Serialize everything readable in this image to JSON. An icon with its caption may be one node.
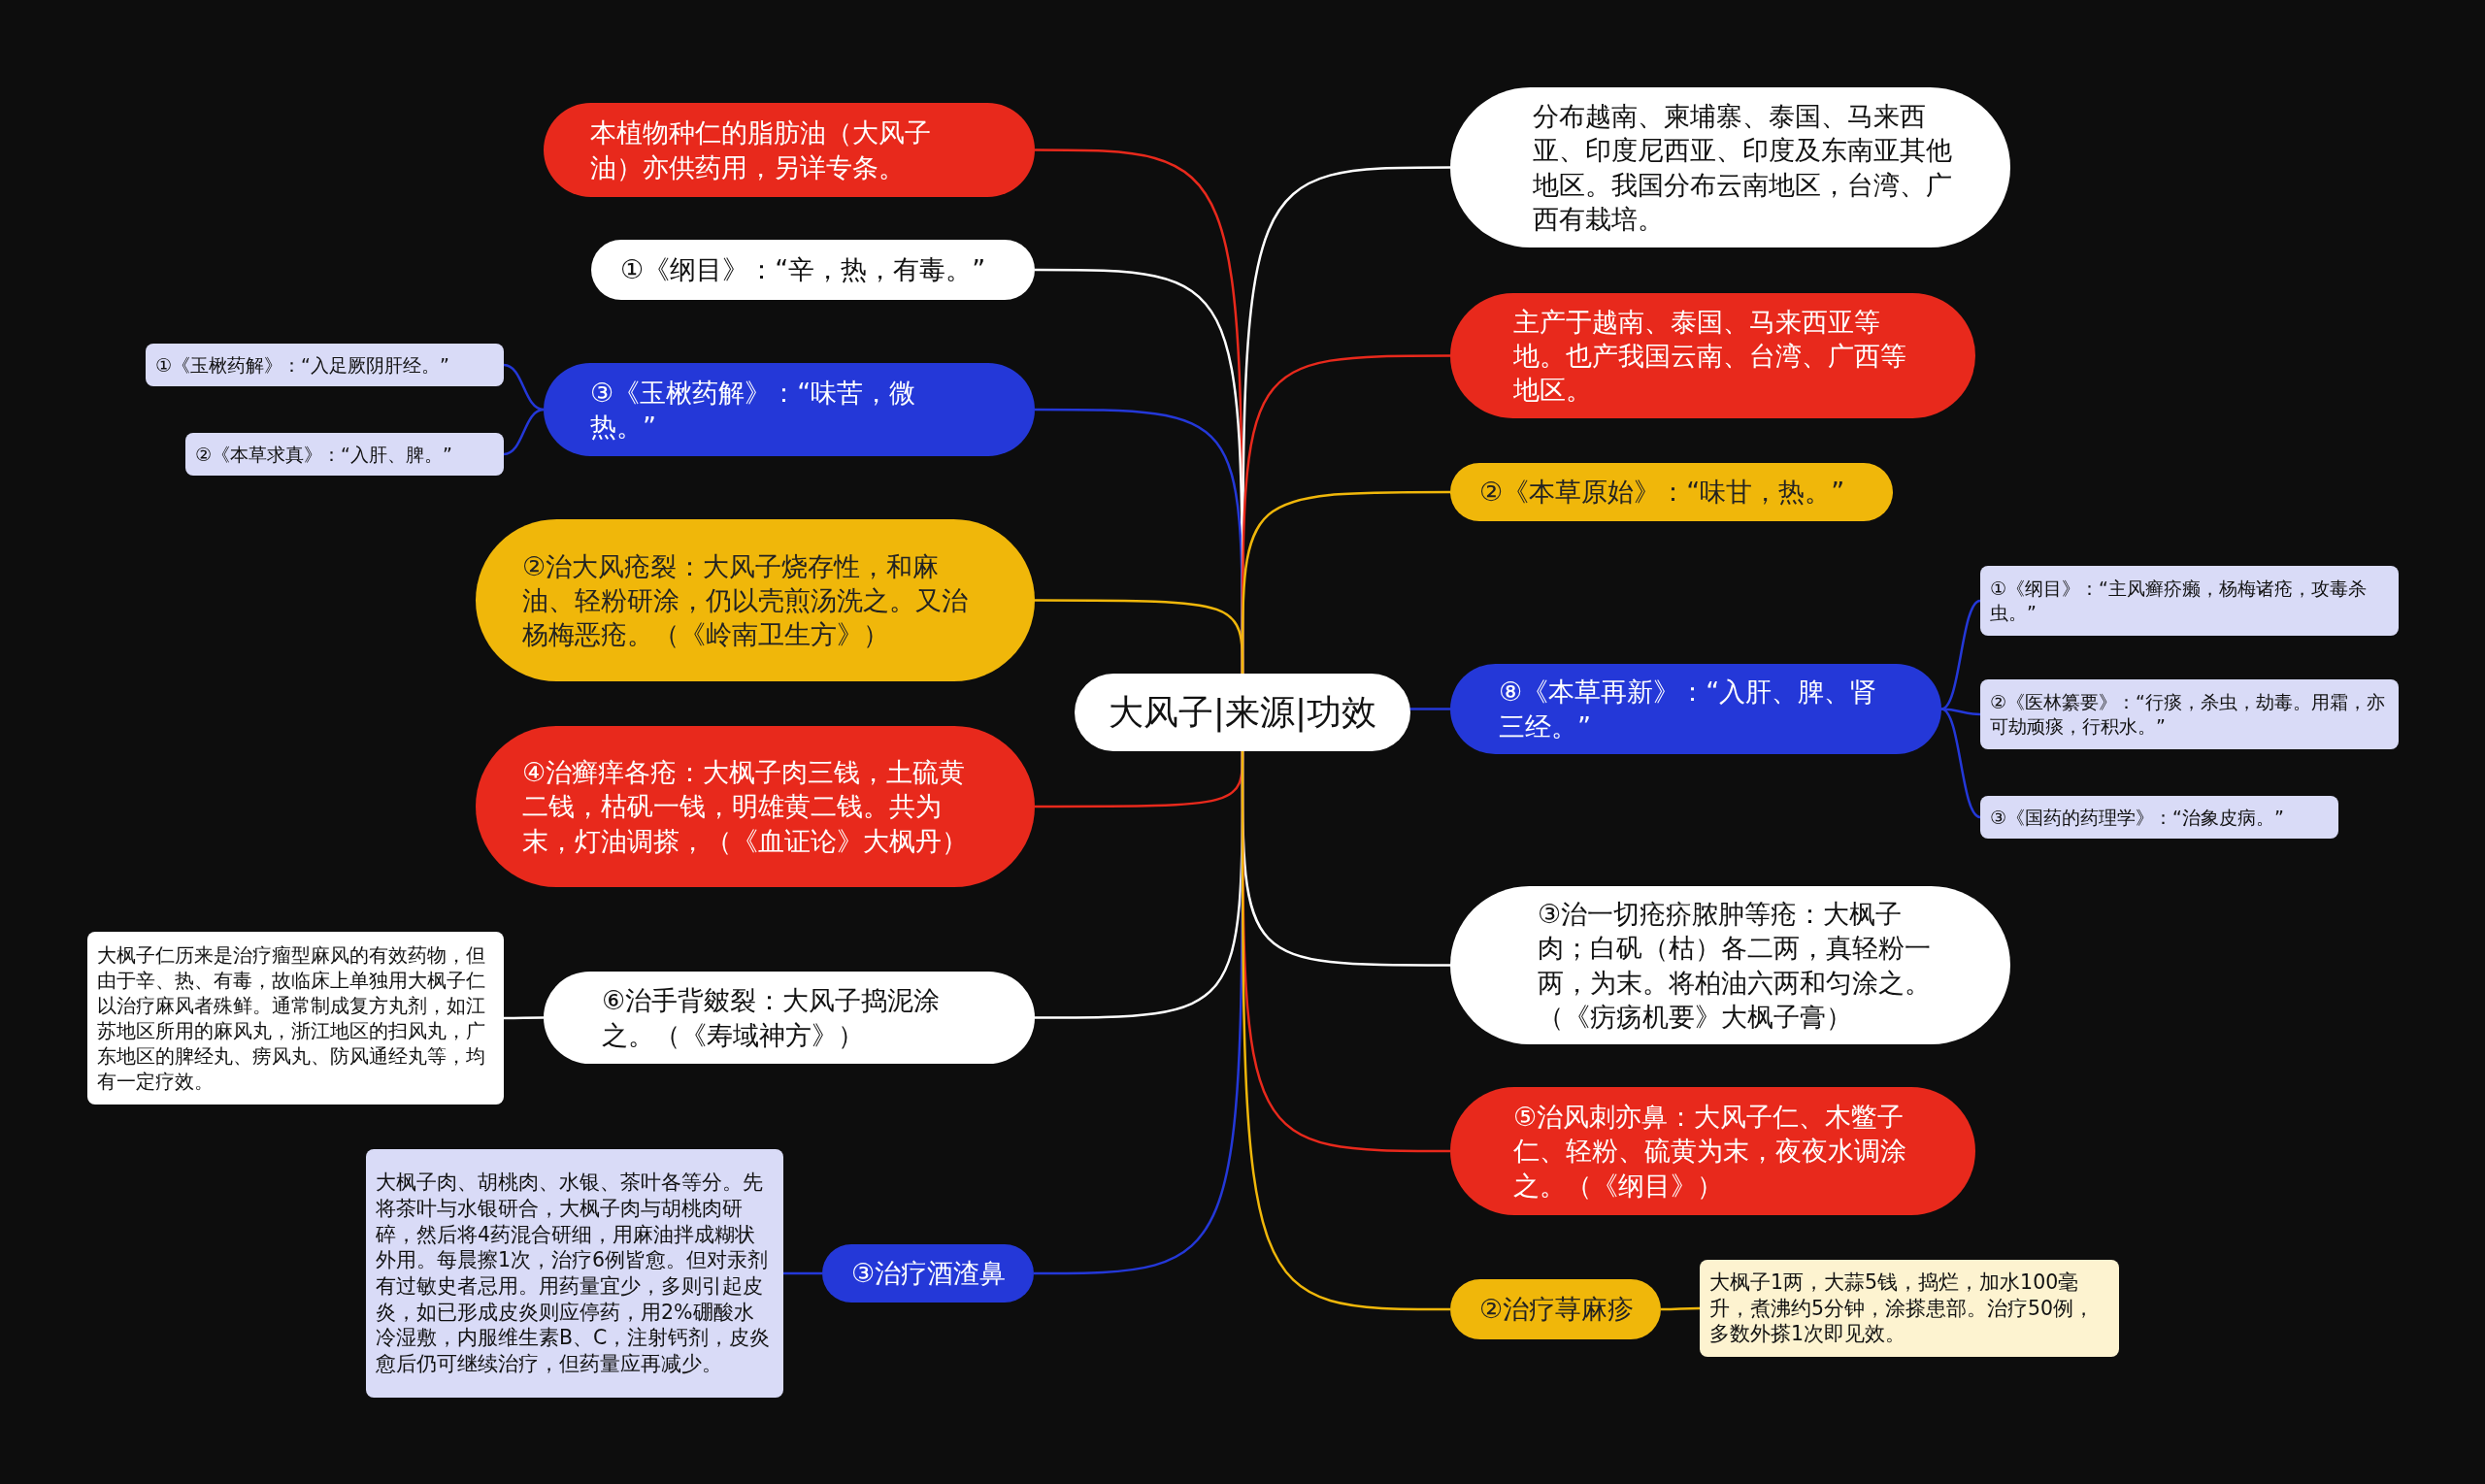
{
  "diagram": {
    "nodes": [
      {
        "text": [
          "大风子|来源|功效"
        ]
      },
      {
        "text": [
          "本植物种仁的脂肪油（大风子油）亦供药用，另详专条。"
        ]
      },
      {
        "text": [
          "①《纲目》：“辛，热，有毒。”"
        ]
      },
      {
        "text": [
          "③《玉楸药解》：“味苦，微热。”"
        ]
      },
      {
        "text": [
          "①《玉楸药解》：“入足厥阴肝经。”"
        ]
      },
      {
        "text": [
          "②《本草求真》：“入肝、脾。”"
        ]
      },
      {
        "text": [
          "②治大风疮裂：大风子烧存性，和麻油、轻粉研涂，仍以壳煎汤洗之。又治杨梅恶疮。（《岭南卫生方》）"
        ]
      },
      {
        "text": [
          "④治癣痒各疮：大枫子肉三钱，土硫黄二钱，枯矾一钱，明雄黄二钱。共为末，灯油调搽，（《血证论》大枫丹）"
        ]
      },
      {
        "text": [
          "⑥治手背皴裂：大风子捣泥涂之。（《寿域神方》）"
        ]
      },
      {
        "text": [
          "大枫子仁历来是治疗瘤型麻风的有效药物，但由于辛、热、有毒，故临床上单独用大枫子仁以治疗麻风者殊鲜。通常制成复方丸剂，如江苏地区所用的麻风丸，浙江地区的扫风丸，广东地区的脾经丸、痨风丸、防风通经丸等，均有一定疗效。"
        ]
      },
      {
        "text": [
          "③治疗酒渣鼻"
        ]
      },
      {
        "text": [
          "大枫子肉、胡桃肉、水银、茶叶各等分。先将茶叶与水银研合，大枫子肉与胡桃肉研碎，然后将4药混合研细，用麻油拌成糊状外用。每晨擦1次，治疗6例皆愈。但对汞剂有过敏史者忌用。用药量宜少，多则引起皮炎，如已形成皮炎则应停药，用2%硼酸水冷湿敷，内服维生素B、C，注射钙剂，皮炎愈后仍可继续治疗，但药量应再减少。"
        ]
      },
      {
        "text": [
          "分布越南、柬埔寨、泰国、马来西亚、印度尼西亚、印度及东南亚其他地区。我国分布云南地区，台湾、广西有栽培。"
        ]
      },
      {
        "text": [
          "主产于越南、泰国、马来西亚等地。也产我国云南、台湾、广西等地区。"
        ]
      },
      {
        "text": [
          "②《本草原始》：“味甘，热。”"
        ]
      },
      {
        "text": [
          "⑧《本草再新》：“入肝、脾、肾三经。”"
        ]
      },
      {
        "text": [
          "①《纲目》：“主风癣疥癞，杨梅诸疮，攻毒杀虫。”"
        ]
      },
      {
        "text": [
          "②《医林纂要》：“行痰，杀虫，劫毒。用霜，亦可劫顽痰，行积水。”"
        ]
      },
      {
        "text": [
          "③《国药的药理学》：“治象皮病。”"
        ]
      },
      {
        "text": [
          "③治一切疮疥脓肿等疮：大枫子肉；白矾（枯）各二两，真轻粉一两，为末。将柏油六两和匀涂之。（《疠疡机要》大枫子膏）"
        ]
      },
      {
        "text": [
          "⑤治风刺亦鼻：大风子仁、木鳖子仁、轻粉、硫黄为末，夜夜水调涂之。（《纲目》）"
        ]
      },
      {
        "text": [
          "②治疗荨麻疹"
        ]
      },
      {
        "text": [
          "大枫子1两，大蒜5钱，捣烂，加水100毫升，煮沸约5分钟，涂搽患部。治疗50例，多数外搽1次即见效。"
        ]
      }
    ],
    "edges": [
      {
        "from": 0,
        "to": 1,
        "arrow": "none",
        "color": "#e8291c"
      },
      {
        "from": 0,
        "to": 2,
        "arrow": "none",
        "color": "#ffffff"
      },
      {
        "from": 0,
        "to": 3,
        "arrow": "none"
      },
      {
        "from": 3,
        "to": 4,
        "arrow": "none"
      },
      {
        "from": 3,
        "to": 5,
        "arrow": "none"
      },
      {
        "from": 0,
        "to": 6,
        "arrow": "none",
        "color": "#f0b70a"
      },
      {
        "from": 0,
        "to": 7,
        "arrow": "none",
        "color": "#e8291c"
      },
      {
        "from": 0,
        "to": 8,
        "arrow": "none",
        "color": "#ffffff"
      },
      {
        "from": 8,
        "to": 9,
        "arrow": "none",
        "color": "#ffffff"
      },
      {
        "from": 0,
        "to": 10,
        "arrow": "none"
      },
      {
        "from": 10,
        "to": 11,
        "arrow": "none"
      },
      {
        "from": 0,
        "to": 12,
        "arrow": "none",
        "color": "#ffffff"
      },
      {
        "from": 0,
        "to": 13,
        "arrow": "none",
        "color": "#e8291c"
      },
      {
        "from": 0,
        "to": 14,
        "arrow": "none",
        "color": "#f0b70a"
      },
      {
        "from": 0,
        "to": 15,
        "arrow": "none"
      },
      {
        "from": 15,
        "to": 16,
        "arrow": "none"
      },
      {
        "from": 15,
        "to": 17,
        "arrow": "none"
      },
      {
        "from": 15,
        "to": 18,
        "arrow": "none"
      },
      {
        "from": 0,
        "to": 19,
        "arrow": "none",
        "color": "#ffffff"
      },
      {
        "from": 0,
        "to": 20,
        "arrow": "none",
        "color": "#e8291c"
      },
      {
        "from": 0,
        "to": 21,
        "arrow": "none",
        "color": "#f0b70a"
      },
      {
        "from": 21,
        "to": 22,
        "arrow": "none",
        "color": "#f0b70a"
      }
    ]
  }
}
